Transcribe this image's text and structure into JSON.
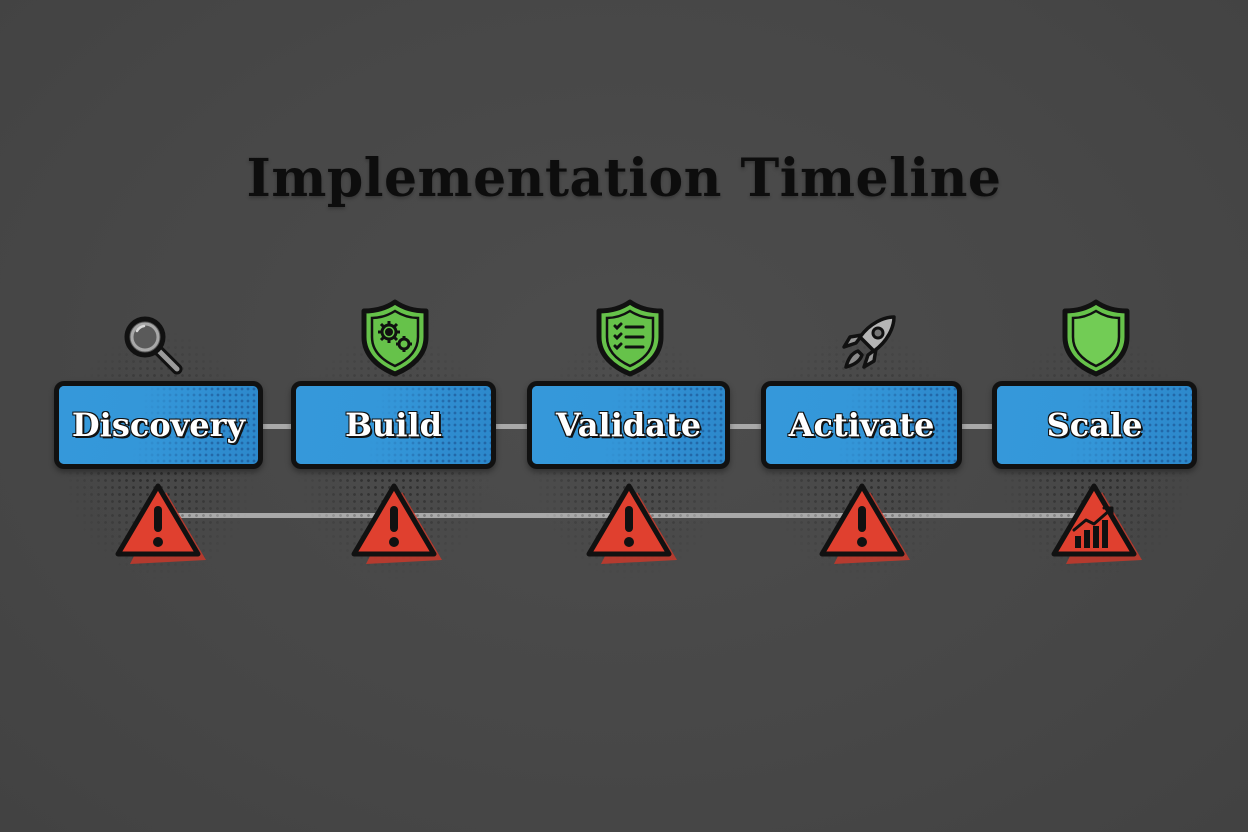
{
  "title": "Implementation Timeline",
  "colors": {
    "background": "#474747",
    "stage_fill": "#3393d6",
    "stage_border": "#111111",
    "shield_green": "#66c24a",
    "warning_red": "#e0402f",
    "connector": "#a9a9a9",
    "title_text": "#0d0d0d"
  },
  "stages": [
    {
      "label": "Discovery",
      "top_icon": "magnifying-glass-icon",
      "bottom_icon": "warning-triangle-icon"
    },
    {
      "label": "Build",
      "top_icon": "shield-gears-icon",
      "bottom_icon": "warning-triangle-icon"
    },
    {
      "label": "Validate",
      "top_icon": "shield-checklist-icon",
      "bottom_icon": "warning-triangle-icon"
    },
    {
      "label": "Activate",
      "top_icon": "rocket-icon",
      "bottom_icon": "warning-triangle-icon"
    },
    {
      "label": "Scale",
      "top_icon": "shield-icon",
      "bottom_icon": "growth-chart-triangle-icon"
    }
  ]
}
